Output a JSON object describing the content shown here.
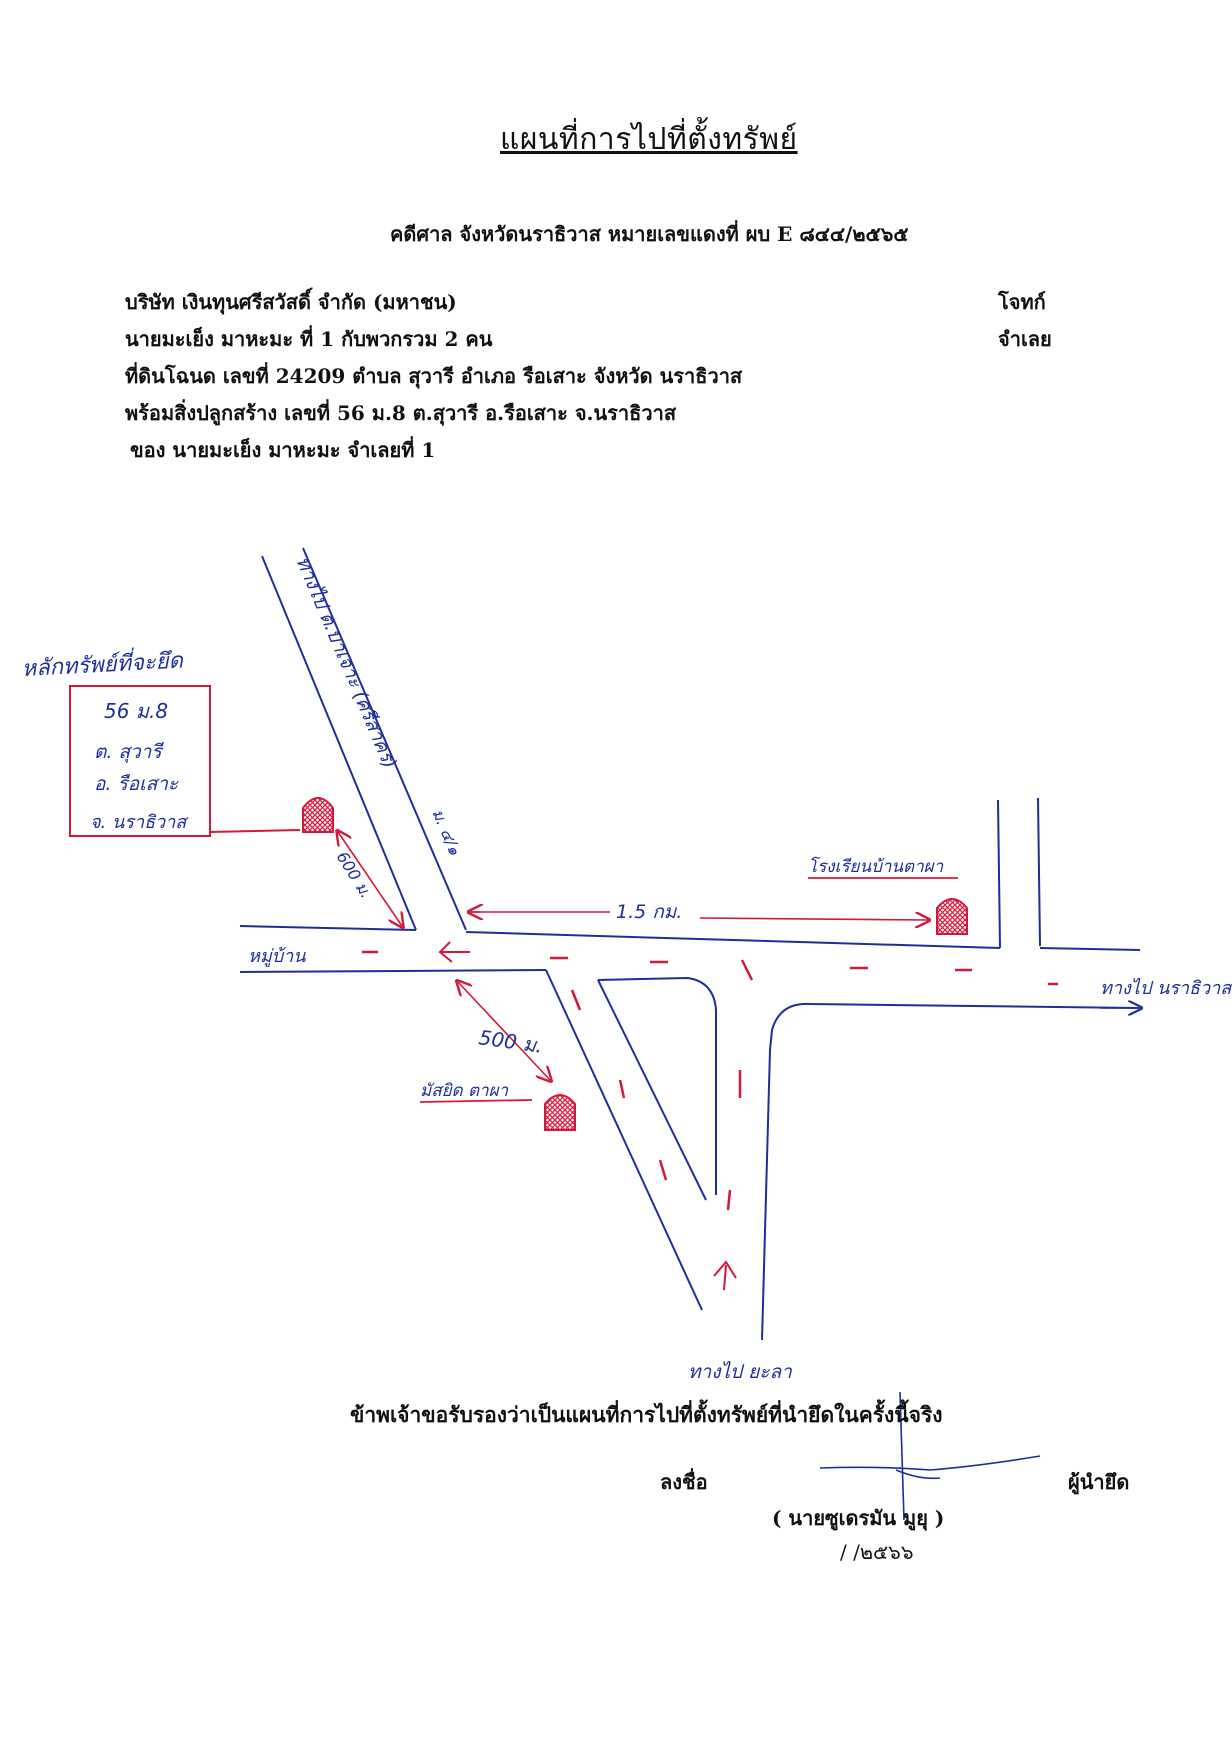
{
  "header": {
    "title": "แผนที่การไปที่ตั้งทรัพย์",
    "case_line": "คดีศาล จังหวัดนราธิวาส   หมายเลขแดงที่  ผบ E ๘๔๔/๒๕๖๕"
  },
  "parties": {
    "plaintiff": "บริษัท เงินทุนศรีสวัสดิ์   จำกัด   (มหาชน)",
    "plaintiff_role": "โจทก์",
    "defendant": "นายมะเย็ง มาหะมะ   ที่ 1 กับพวกรวม 2  คน",
    "defendant_role": "จำเลย"
  },
  "property": {
    "land": "ที่ดินโฉนด  เลขที่  24209   ตำบล สุวารี  อำเภอ รือเสาะ    จังหวัด นราธิวาส",
    "building": "พร้อมสิ่งปลูกสร้าง เลขที่  56 ม.8 ต.สุวารี  อ.รือเสาะ  จ.นราธิวาส",
    "owner": "ของ  นายมะเย็ง มาหะมะ     จำเลยที่ 1"
  },
  "map": {
    "property_box_title": "หลักทรัพย์ที่จะยึด",
    "property_box_lines": [
      "56 ม.8",
      "ต. สุวารี",
      "อ. รือเสาะ",
      "จ. นราธิวาส"
    ],
    "road_north": "ทางไป ต.บาเจาะ (ศรีสาคร)",
    "road_east": "ทางไป นราธิวาส",
    "road_south": "ทางไป ยะลา",
    "village_label": "หมู่บ้าน",
    "side_road_label": "ม. ๔/๑",
    "school_label": "โรงเรียนบ้านตาผา",
    "mosque_label": "มัสยิด ตาผา",
    "distance_property": "600 ม.",
    "distance_school": "1.5 กม.",
    "distance_mosque": "500 ม.",
    "marker_color": "#d4183a",
    "ink_color": "#1f2f9a"
  },
  "footer": {
    "certify": "ข้าพเจ้าขอรับรองว่าเป็นแผนที่การไปที่ตั้งทรัพย์ที่นำยึดในครั้งนี้จริง",
    "sign_label": "ลงชื่อ",
    "seizer_role": "ผู้นำยึด",
    "sign_name": "(     นายซูเดรมัน มูยุ     )",
    "sign_date": "/         /๒๕๖๖"
  }
}
